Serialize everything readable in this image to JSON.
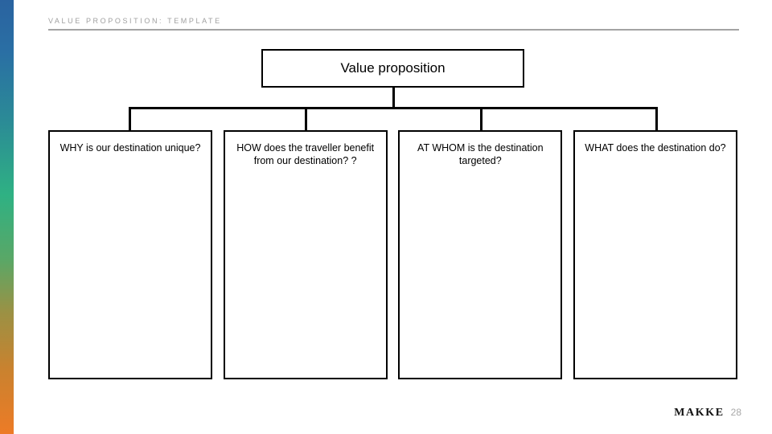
{
  "slide": {
    "header": {
      "eyebrow": "VALUE PROPOSITION: TEMPLATE"
    },
    "diagram": {
      "root": {
        "label": "Value proposition"
      },
      "branches": [
        {
          "label": "WHY is our destination unique?"
        },
        {
          "label": "HOW does the traveller benefit from our destination? ?"
        },
        {
          "label": "AT WHOM is the destination targeted?"
        },
        {
          "label": "WHAT does the destination do?"
        }
      ]
    },
    "footer": {
      "brand": "MAKKE",
      "page_number": "28"
    },
    "colors": {
      "accent_top": "#2a63a0",
      "accent_mid": "#2fb183",
      "accent_bottom": "#ed7b26",
      "rule": "#a3a3a3",
      "eyebrow_text": "#a0a0a0",
      "outline": "#000000",
      "page_number_text": "#a8a8a8"
    }
  }
}
